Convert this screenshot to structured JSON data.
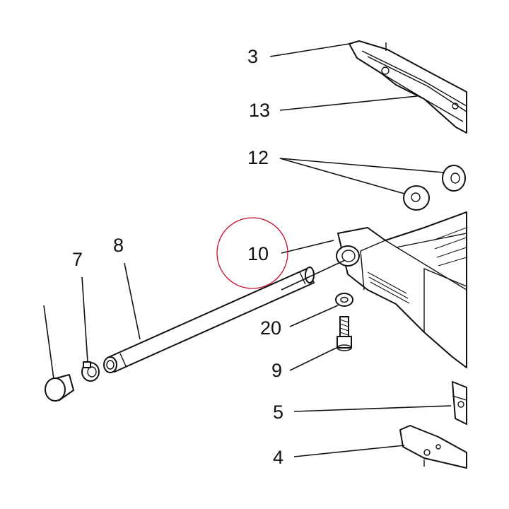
{
  "callouts": {
    "c3": "3",
    "c13": "13",
    "c12": "12",
    "c10": "10",
    "c8": "8",
    "c7": "7",
    "c20": "20",
    "c9": "9",
    "c5": "5",
    "c4": "4"
  },
  "highlight_color": "#c8102e"
}
